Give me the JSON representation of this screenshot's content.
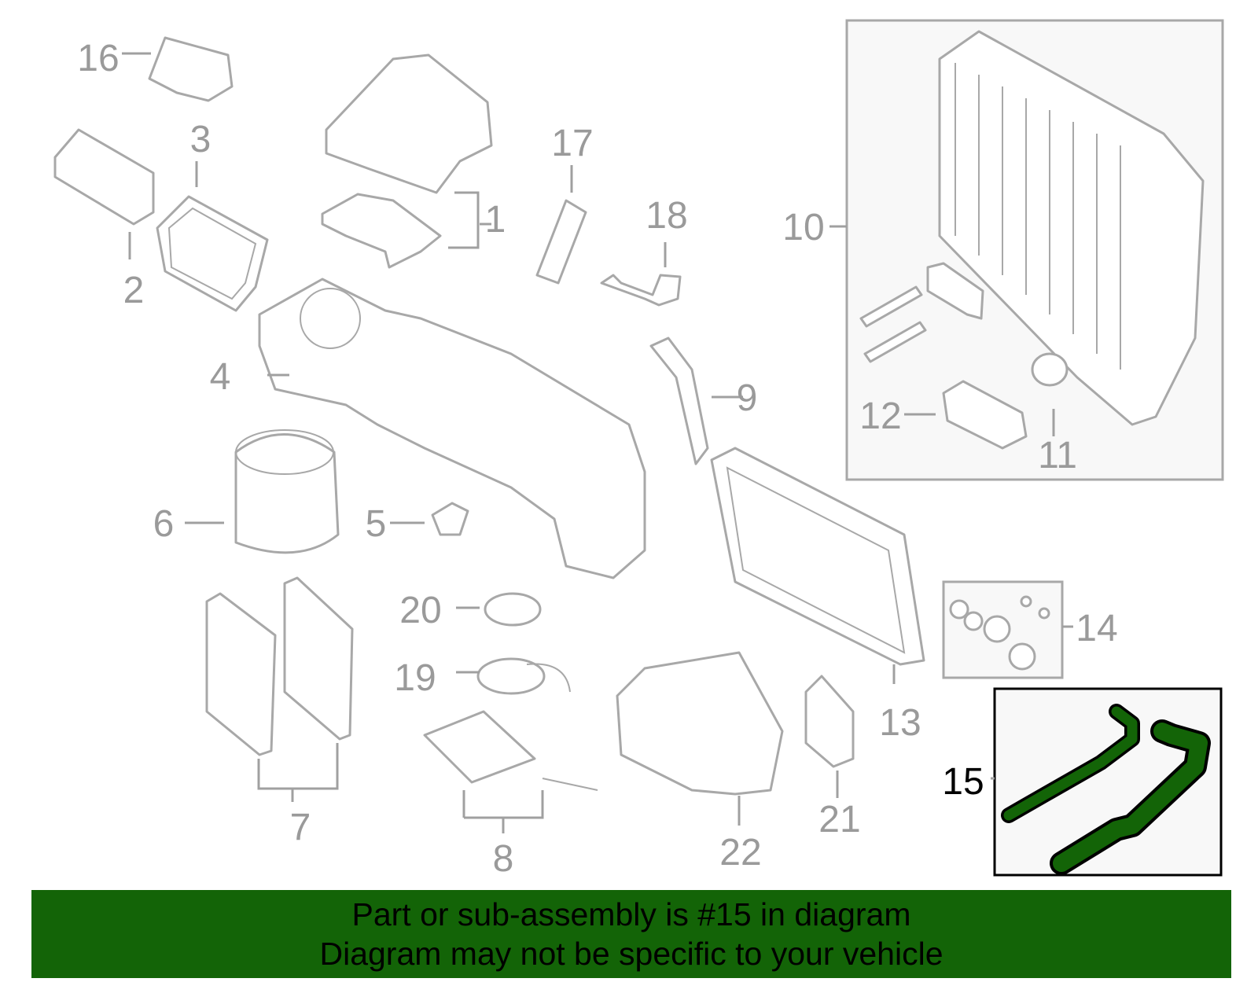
{
  "diagram": {
    "title": "HVAC case / heater core assembly exploded diagram",
    "callouts": [
      "1",
      "2",
      "3",
      "4",
      "5",
      "6",
      "7",
      "8",
      "9",
      "10",
      "11",
      "12",
      "13",
      "14",
      "15",
      "16",
      "17",
      "18",
      "19",
      "20",
      "21",
      "22"
    ],
    "highlighted_callout": "15",
    "colors": {
      "callout": "#9a9a9a",
      "highlight_part": "#136407",
      "banner": "#136407",
      "highlight_label": "#000000"
    }
  },
  "banner": {
    "line1": "Part or sub-assembly is #15 in diagram",
    "line2": "Diagram may not be specific to your vehicle"
  }
}
